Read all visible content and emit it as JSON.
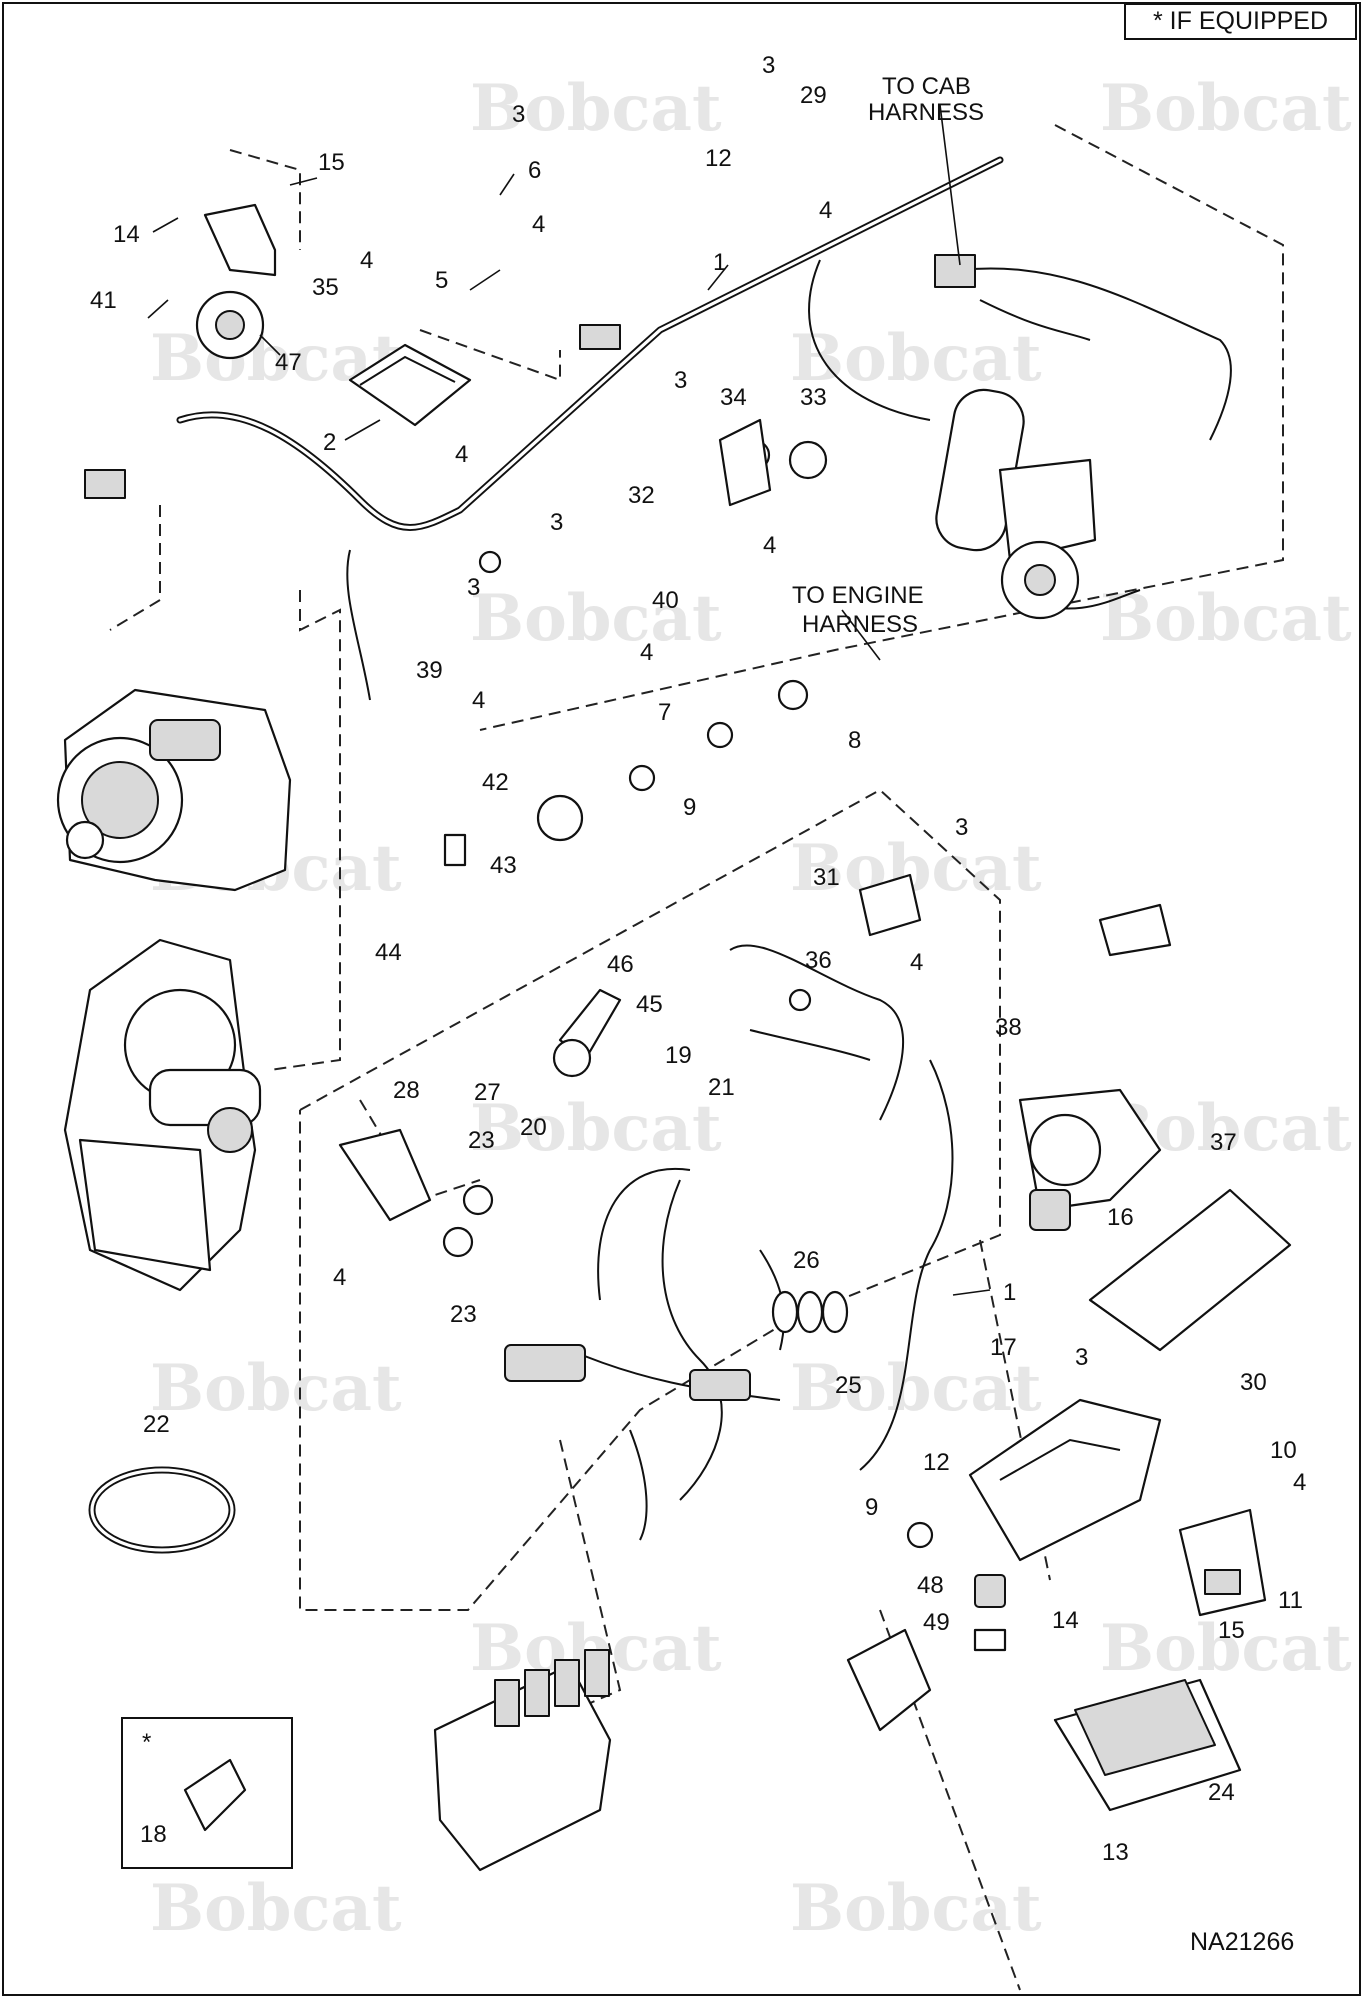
{
  "legend": {
    "symbol": "*",
    "text": "IF EQUIPPED"
  },
  "figure_code": "NA21266",
  "watermark": "Bobcat",
  "notes": {
    "cab_harness_1": "TO CAB",
    "cab_harness_2": "HARNESS",
    "engine_harness_1": "TO ENGINE",
    "engine_harness_2": "HARNESS"
  },
  "optional_marker": "*",
  "callouts": {
    "c1a": "1",
    "c1b": "1",
    "c2": "2",
    "c3a": "3",
    "c3b": "3",
    "c3c": "3",
    "c3d": "3",
    "c3e": "3",
    "c3f": "3",
    "c3g": "3",
    "c4a": "4",
    "c4b": "4",
    "c4c": "4",
    "c4d": "4",
    "c4e": "4",
    "c4f": "4",
    "c4g": "4",
    "c4h": "4",
    "c4i": "4",
    "c4j": "4",
    "c5": "5",
    "c6": "6",
    "c7": "7",
    "c8": "8",
    "c9a": "9",
    "c9b": "9",
    "c10": "10",
    "c11": "11",
    "c12a": "12",
    "c12b": "12",
    "c13": "13",
    "c14a": "14",
    "c14b": "14",
    "c15a": "15",
    "c15b": "15",
    "c16": "16",
    "c17": "17",
    "c18": "18",
    "c19": "19",
    "c20": "20",
    "c21": "21",
    "c22": "22",
    "c23a": "23",
    "c23b": "23",
    "c24": "24",
    "c25": "25",
    "c26": "26",
    "c27": "27",
    "c28": "28",
    "c29": "29",
    "c30": "30",
    "c31": "31",
    "c32": "32",
    "c33": "33",
    "c34": "34",
    "c35": "35",
    "c36": "36",
    "c37": "37",
    "c38": "38",
    "c39": "39",
    "c40": "40",
    "c41": "41",
    "c42": "42",
    "c43": "43",
    "c44": "44",
    "c45": "45",
    "c46": "46",
    "c47": "47",
    "c48": "48",
    "c49": "49"
  }
}
